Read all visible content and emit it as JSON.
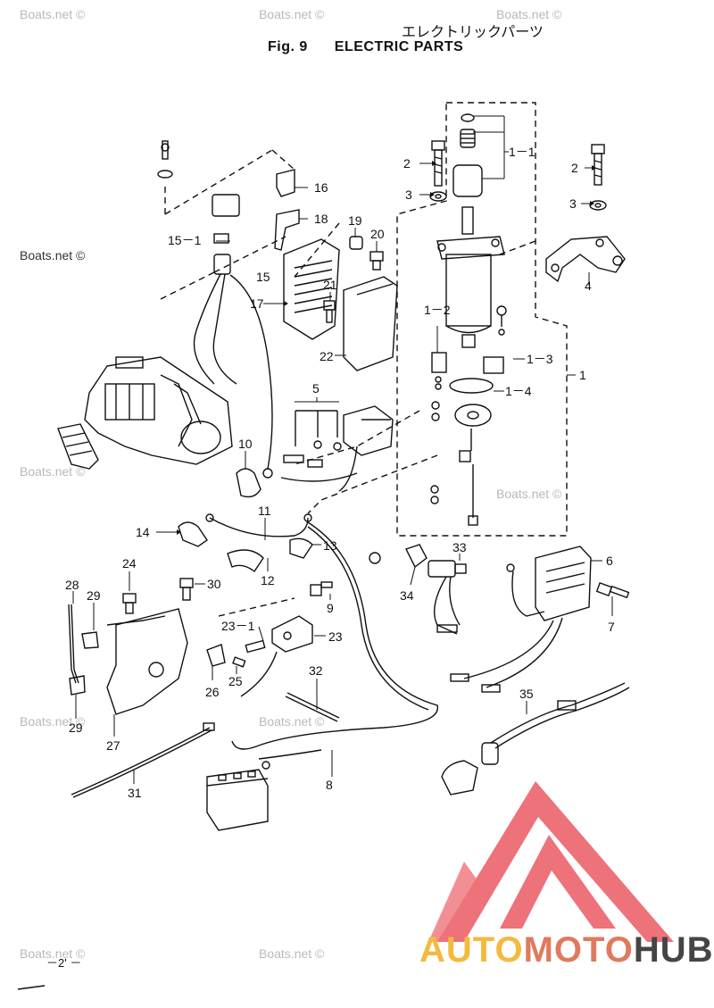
{
  "header": {
    "title_jp": "エレクトリックパーツ",
    "fig_label": "Fig. 9",
    "title_en": "ELECTRIC PARTS"
  },
  "watermarks": [
    "Boats.net ©",
    "Boats.net ©",
    "Boats.net ©",
    "Boats.net ©",
    "Boats.net ©",
    "Boats.net ©",
    "Boats.net ©",
    "Boats.net ©",
    "Boats.net ©",
    "Boats.net ©"
  ],
  "callouts": {
    "c1": "1",
    "c1_1": "1－1",
    "c1_2": "1－2",
    "c1_3": "1－3",
    "c1_4": "1－4",
    "c2a": "2",
    "c2b": "2",
    "c3a": "3",
    "c3b": "3",
    "c4": "4",
    "c5": "5",
    "c6": "6",
    "c7": "7",
    "c8": "8",
    "c9": "9",
    "c10": "10",
    "c11": "11",
    "c12": "12",
    "c13": "13",
    "c14": "14",
    "c15": "15",
    "c15_1": "15－1",
    "c16": "16",
    "c17": "17",
    "c18": "18",
    "c19": "19",
    "c20": "20",
    "c21": "21",
    "c22": "22",
    "c23": "23",
    "c23_1": "23－1",
    "c24": "24",
    "c25": "25",
    "c26": "26",
    "c27": "27",
    "c28": "28",
    "c29a": "29",
    "c29b": "29",
    "c30": "30",
    "c31": "31",
    "c32": "32",
    "c33": "33",
    "c34": "34",
    "c35": "35"
  },
  "page_number": "－2' －",
  "logo": {
    "part1": "AUTO",
    "part2": "MOTO",
    "part3": "HUB",
    "color_triangle": "#e8434e",
    "color_auto": "#f4b93e",
    "color_moto": "#e07a5f",
    "color_hub": "#454545"
  }
}
